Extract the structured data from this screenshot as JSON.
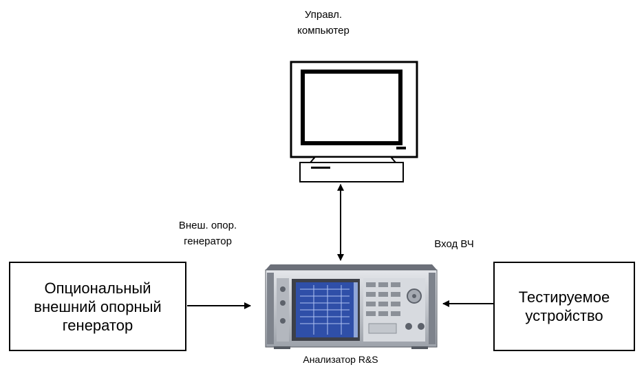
{
  "computer": {
    "label_line1": "Управл.",
    "label_line2": "компьютер",
    "icon": "desktop-computer-icon"
  },
  "ref_input": {
    "label_line1": "Внеш. опор.",
    "label_line2": "генератор"
  },
  "rf_input": {
    "label": "Вход ВЧ"
  },
  "ext_generator_box": {
    "line1": "Опциональный",
    "line2": "внешний опорный",
    "line3": "генератор"
  },
  "dut_box": {
    "line1": "Тестируемое",
    "line2": "устройство"
  },
  "analyzer": {
    "label": "Анализатор R&S",
    "icon": "spectrum-analyzer-icon"
  },
  "colors": {
    "line": "#000000",
    "screen_blue": "#2f4fa8",
    "chassis_gray": "#c8cbd0"
  }
}
